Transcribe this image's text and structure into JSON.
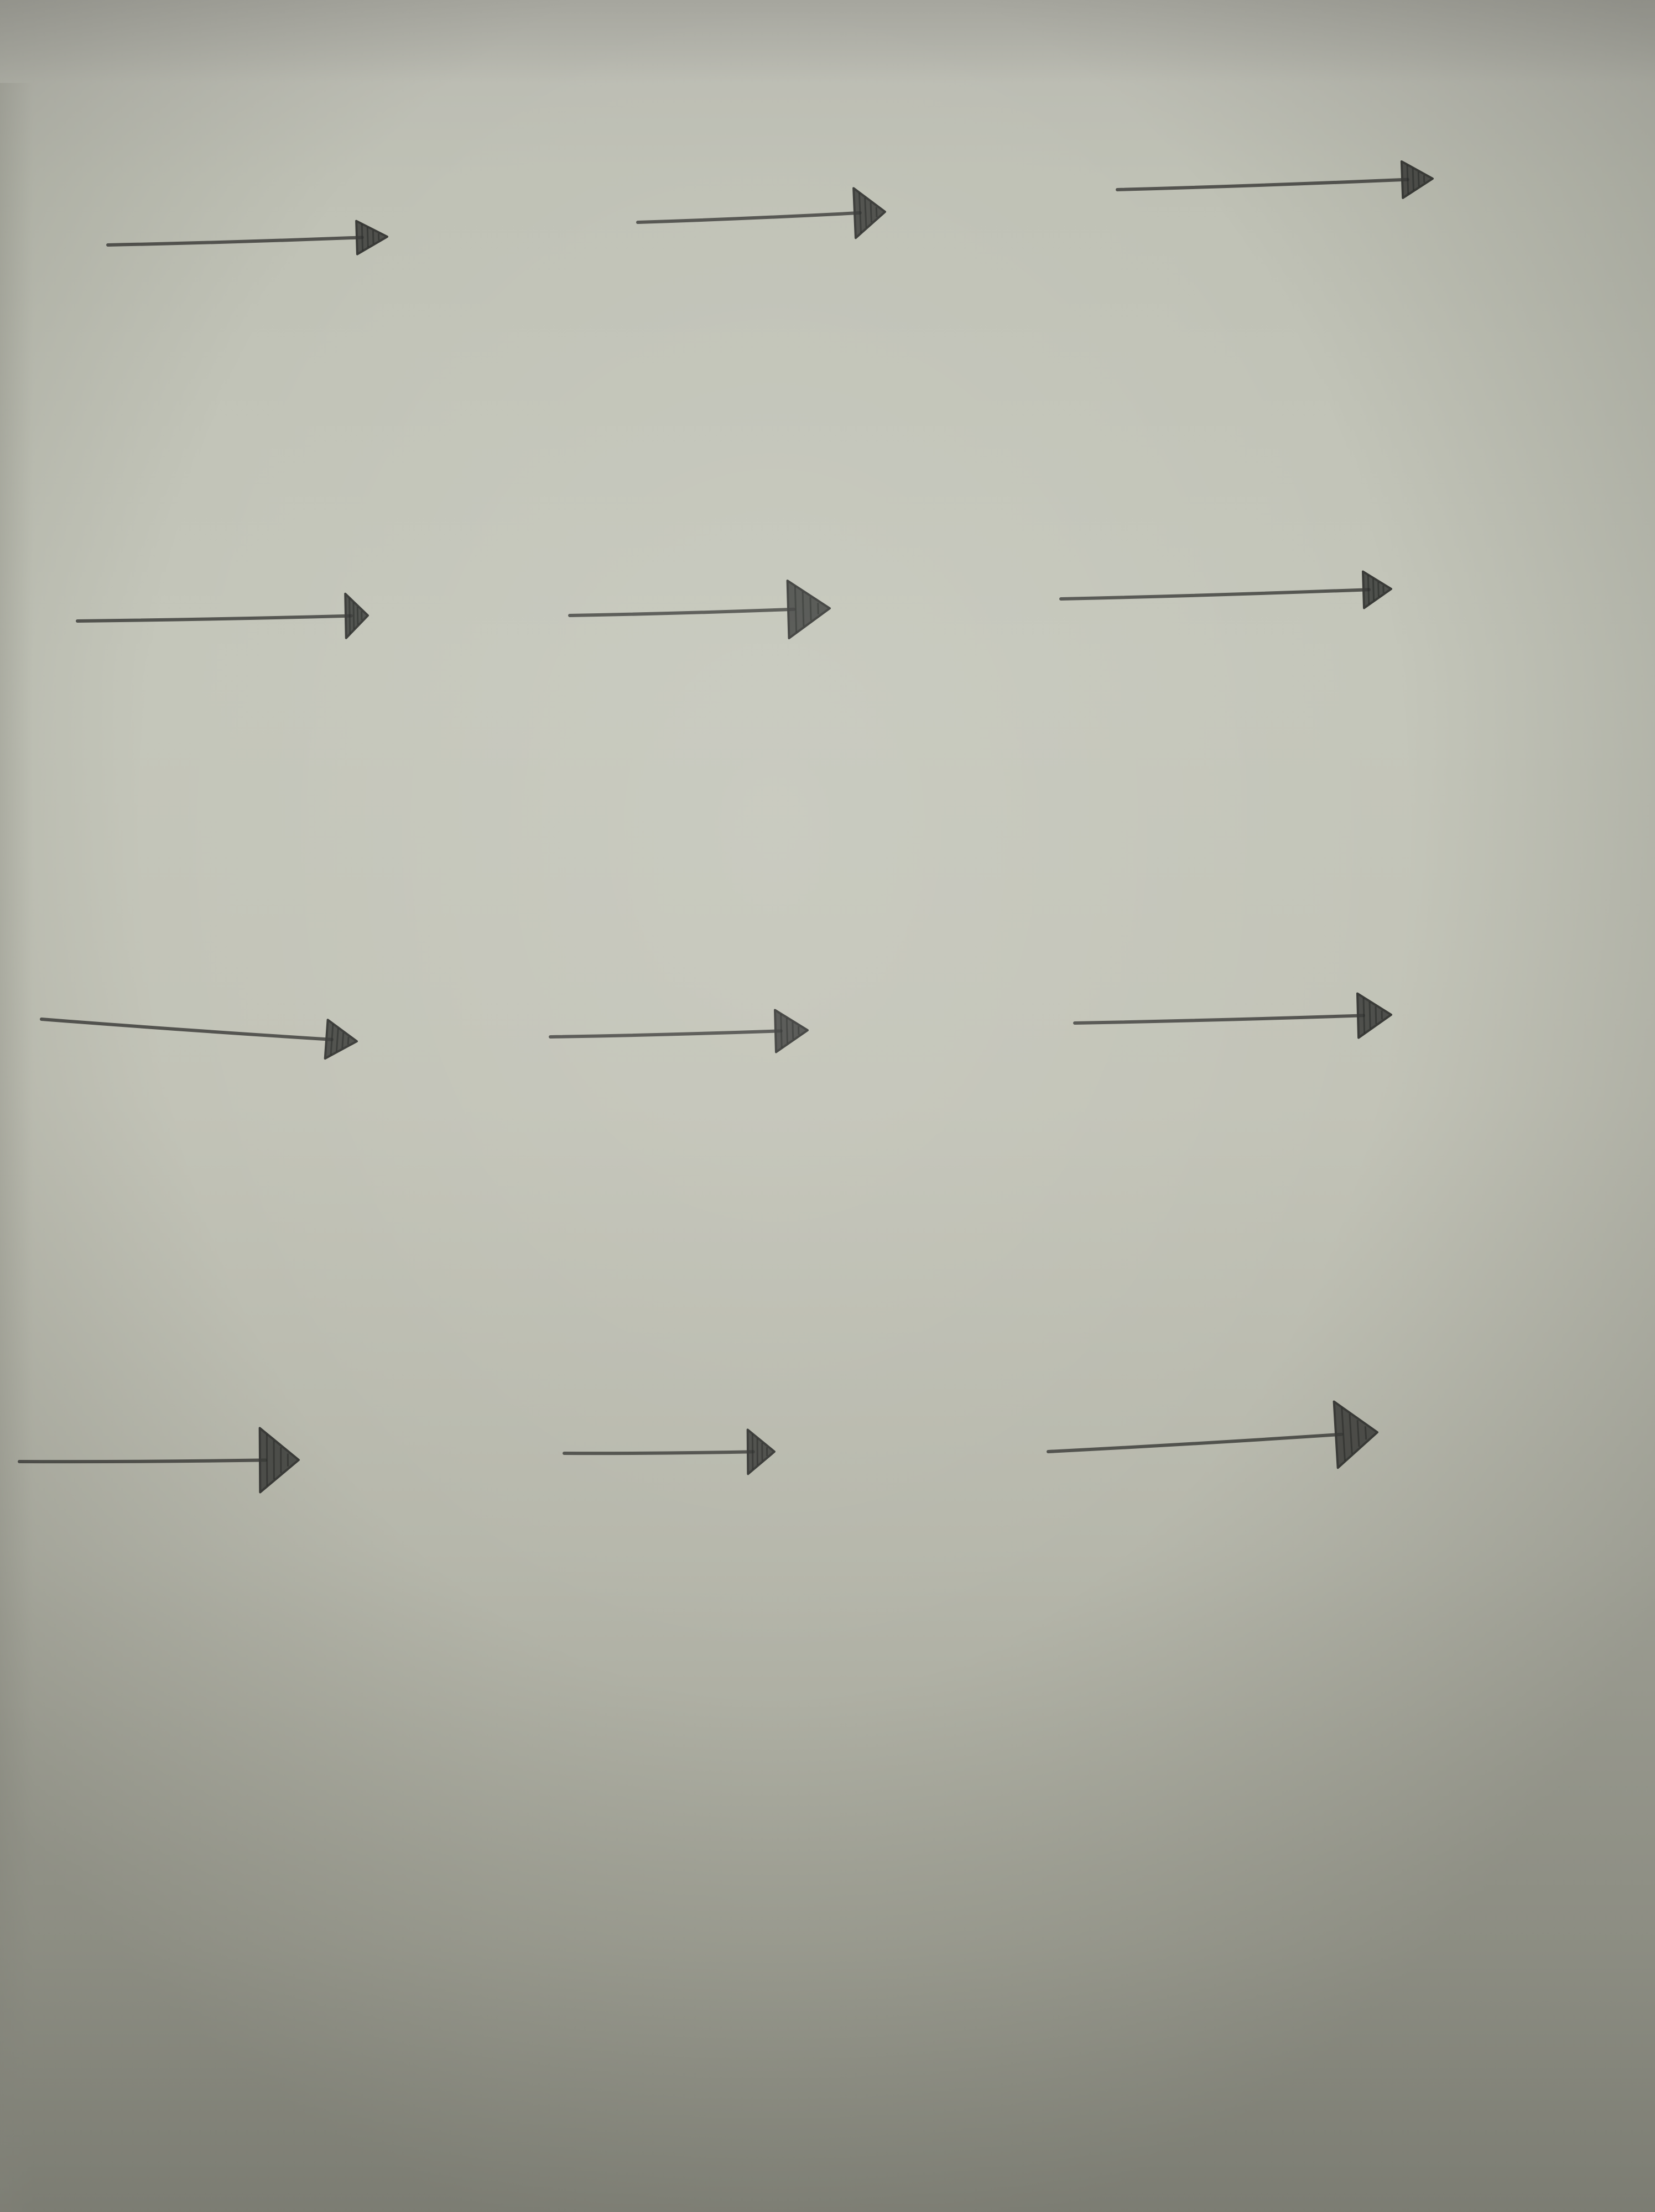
{
  "scene": {
    "description_colors": {
      "paper": "#c2c4b8",
      "graphite": "#3a3b38"
    },
    "arrow_count": 12,
    "rows": 4,
    "columns": 3
  },
  "arrows": [
    {
      "row": 1,
      "col": 1,
      "icon": "right-arrow-icon"
    },
    {
      "row": 1,
      "col": 2,
      "icon": "right-arrow-icon"
    },
    {
      "row": 1,
      "col": 3,
      "icon": "right-arrow-icon"
    },
    {
      "row": 2,
      "col": 1,
      "icon": "right-arrow-icon"
    },
    {
      "row": 2,
      "col": 2,
      "icon": "right-arrow-icon"
    },
    {
      "row": 2,
      "col": 3,
      "icon": "right-arrow-icon"
    },
    {
      "row": 3,
      "col": 1,
      "icon": "right-arrow-icon"
    },
    {
      "row": 3,
      "col": 2,
      "icon": "right-arrow-icon"
    },
    {
      "row": 3,
      "col": 3,
      "icon": "right-arrow-icon"
    },
    {
      "row": 4,
      "col": 1,
      "icon": "right-arrow-icon"
    },
    {
      "row": 4,
      "col": 2,
      "icon": "right-arrow-icon"
    },
    {
      "row": 4,
      "col": 3,
      "icon": "right-arrow-icon"
    }
  ]
}
